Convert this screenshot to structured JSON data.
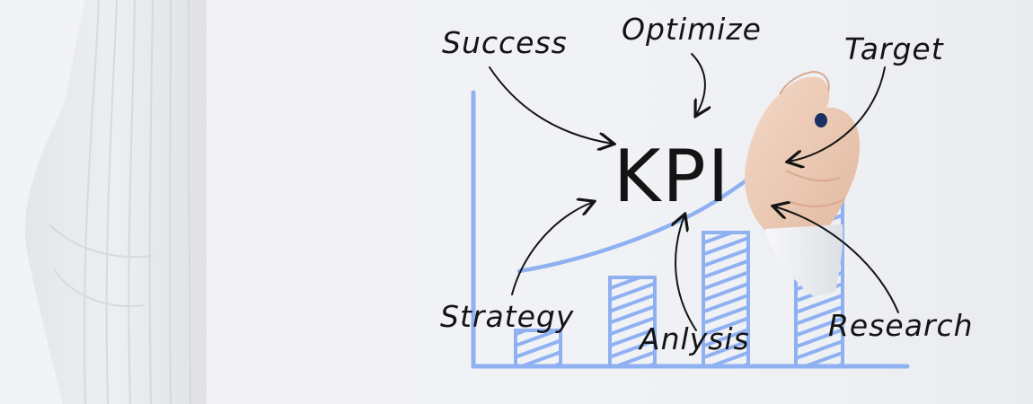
{
  "words": {
    "success": "Success",
    "optimize": "Optimize",
    "target": "Target",
    "kpi": "KPI",
    "strategy": "Strategy",
    "anlysis": "Anlysis",
    "research": "Research"
  },
  "colors": {
    "chart_blue": "#8fb1f2",
    "ink": "#141414",
    "background": "#f2f3f7"
  }
}
